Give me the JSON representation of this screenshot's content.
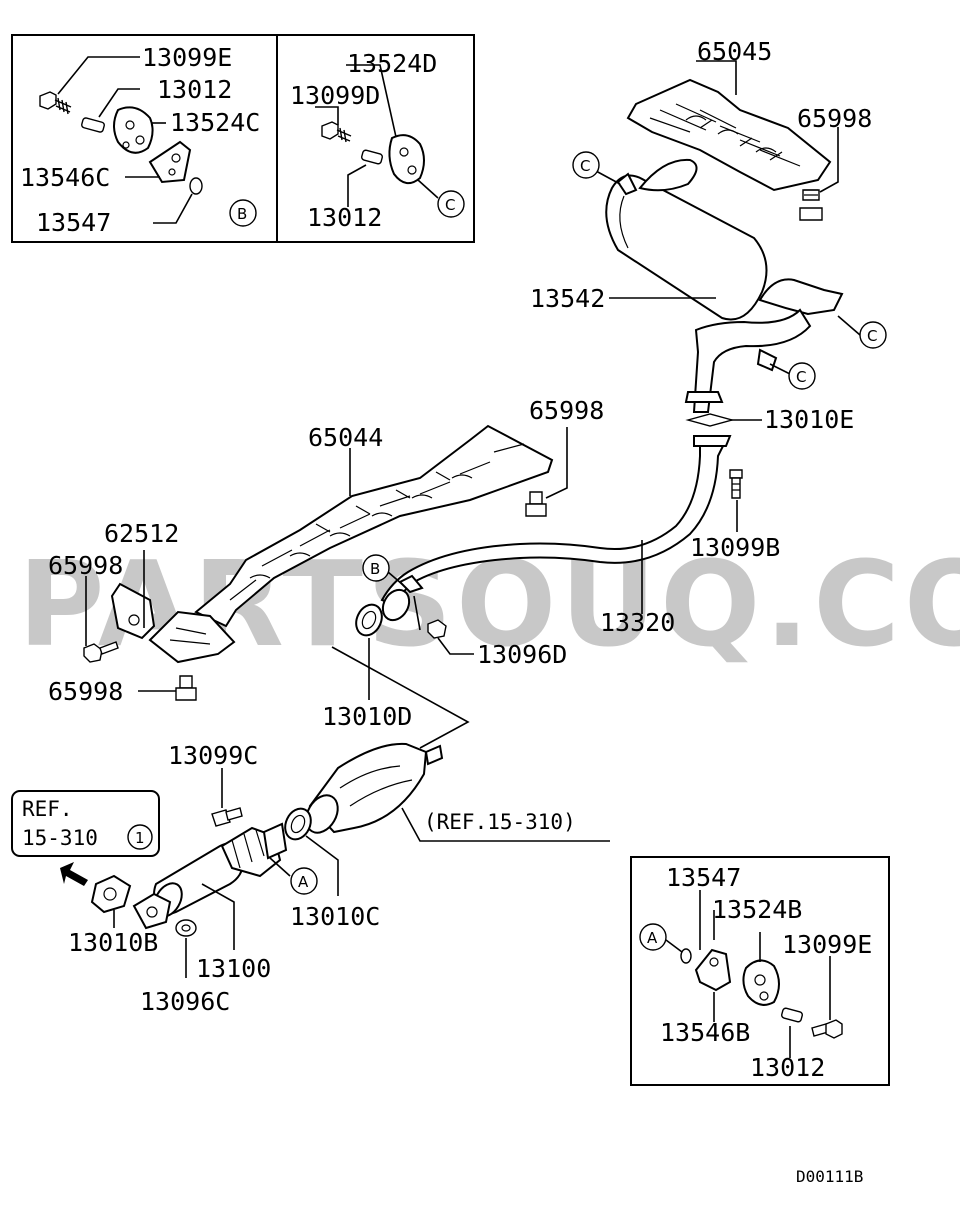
{
  "watermark": "PARTSOUQ.COM",
  "diagram_code": "D00111B",
  "ref_box": {
    "line1": "REF.",
    "line2": "15-310",
    "circle": "1"
  },
  "ref_note": "(REF.15-310)",
  "callouts": {
    "a": "A",
    "b": "B",
    "c": "C"
  },
  "inset_top_left": {
    "labels": [
      "13099E",
      "13012",
      "13524C",
      "13546C",
      "13547"
    ]
  },
  "inset_top_middle": {
    "labels": [
      "13524D",
      "13099D",
      "13012"
    ]
  },
  "inset_bottom_right": {
    "labels": [
      "13547",
      "13524B",
      "13099E",
      "13546B",
      "13012"
    ]
  },
  "main_labels": {
    "heat_shield_rear": "65045",
    "bolt_rear_shield": "65998",
    "muffler": "13542",
    "gasket_rear": "13010E",
    "bolt_13099b": "13099B",
    "center_pipe": "13320",
    "nut_13096d": "13096D",
    "heat_shield_center": "65044",
    "bolt_center_shield": "65998",
    "bracket": "62512",
    "bolt_left_1": "65998",
    "bolt_left_2": "65998",
    "gasket_13010d": "13010D",
    "bolt_13099c": "13099C",
    "gasket_13010c": "13010C",
    "gasket_13010b": "13010B",
    "front_pipe": "13100",
    "nut_13096c": "13096C"
  }
}
